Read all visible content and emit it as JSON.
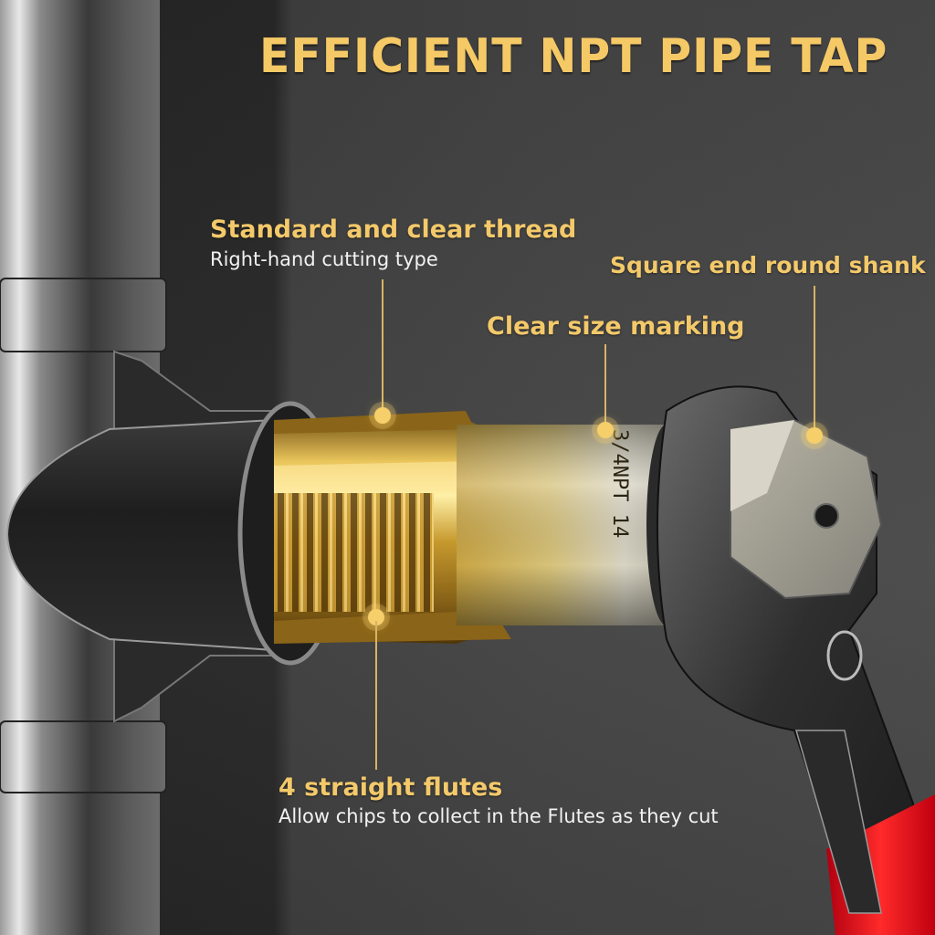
{
  "title": "EFFICIENT NPT PIPE TAP",
  "callouts": [
    {
      "id": "thread",
      "title": "Standard and clear thread",
      "subtitle": "Right-hand cutting type"
    },
    {
      "id": "shank",
      "title": "Square end round shank",
      "subtitle": ""
    },
    {
      "id": "marking",
      "title": "Clear size marking",
      "subtitle": ""
    },
    {
      "id": "flutes",
      "title": "4 straight flutes",
      "subtitle": "Allow chips to collect in the Flutes as they cut"
    }
  ],
  "engraving": "3/4NPT 14",
  "colors": {
    "accent_gold": "#f3c96a",
    "background": "#444444",
    "subtitle_text": "#f2f2f2",
    "handle_red": "#e0141c"
  }
}
